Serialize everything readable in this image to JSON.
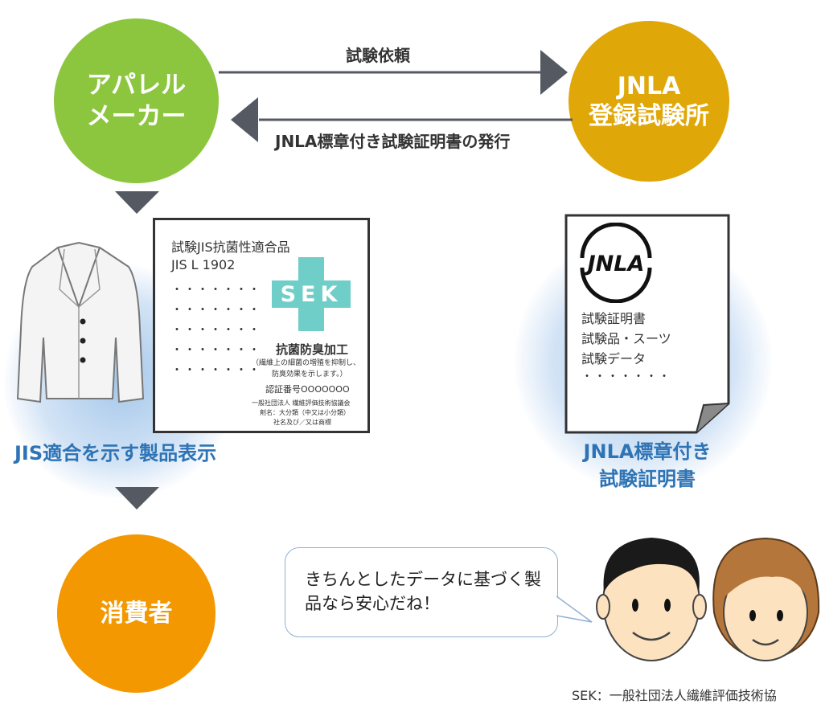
{
  "maker": {
    "line1": "アパレル",
    "line2": "メーカー"
  },
  "lab": {
    "line1": "JNLA",
    "line2": "登録試験所"
  },
  "consumer": {
    "label": "消費者"
  },
  "arrows": {
    "request": "試験依頼",
    "issue": "JNLA標章付き試験証明書の発行"
  },
  "product_label": {
    "title": "試験JIS抗菌性適合品",
    "standard": "JIS L 1902",
    "dots": [
      "・・・・・・・",
      "・・・・・・・",
      "・・・・・・・",
      "・・・・・・・",
      "・・・・・・・"
    ],
    "sek_logo": "SEK",
    "process": "抗菌防臭加工",
    "note1": "（繊維上の細菌の増殖を抑制し、",
    "note2": "防臭効果を示します。）",
    "cert_no": "認証番号OOOOOOO",
    "org": "一般社団法人 繊維評価技術協議会",
    "item": "剤名：大分類（中又は小分類）",
    "company": "社名及び／又は商標"
  },
  "product_caption": "JIS適合を示す製品表示",
  "certificate": {
    "logo": "JNLA",
    "line1": "試験証明書",
    "line2": "試験品・スーツ",
    "line3": "試験データ",
    "dots": "・・・・・・・"
  },
  "certificate_caption": {
    "line1": "JNLA標章付き",
    "line2": "試験証明書"
  },
  "speech": "きちんとしたデータに基づく製品なら安心だね！",
  "footnote": "SEK：一般社団法人繊維評価技術協",
  "colors": {
    "maker": "#8cc63f",
    "lab": "#e0a708",
    "consumer": "#f39800",
    "caption": "#2e74b5",
    "arrow": "#555a62"
  }
}
